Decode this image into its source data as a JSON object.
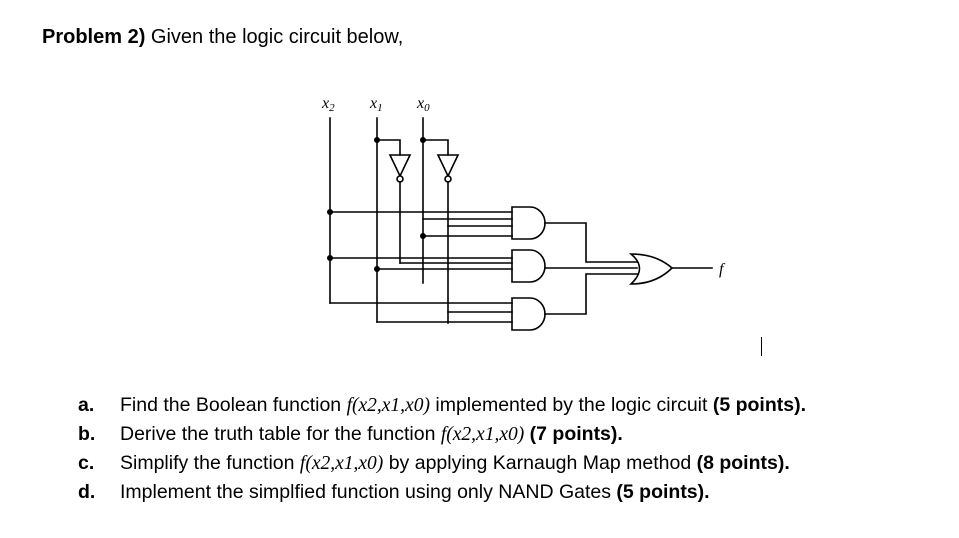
{
  "problem": {
    "heading": "Problem 2)",
    "intro": "Given the logic circuit below,"
  },
  "circuit": {
    "inputs": [
      "x2",
      "x1",
      "x0"
    ],
    "output_label": "f"
  },
  "questions": [
    {
      "marker": "a.",
      "text_before": "Find the Boolean function ",
      "function": "f(x2,x1,x0)",
      "text_after": " implemented by the logic circuit ",
      "points": "(5 points)",
      "end": "."
    },
    {
      "marker": "b.",
      "text_before": "Derive the truth table for the function ",
      "function": "f(x2,x1,x0)",
      "text_after": " ",
      "points": "(7 points)",
      "end": "."
    },
    {
      "marker": "c.",
      "text_before": "Simplify the function ",
      "function": "f(x2,x1,x0)",
      "text_after": " by applying Karnaugh Map method ",
      "points": "(8 points)",
      "end": "."
    },
    {
      "marker": "d.",
      "text_before": "Implement the simplfied function using only NAND Gates ",
      "function": "",
      "text_after": "",
      "points": "(5 points)",
      "end": "."
    }
  ]
}
